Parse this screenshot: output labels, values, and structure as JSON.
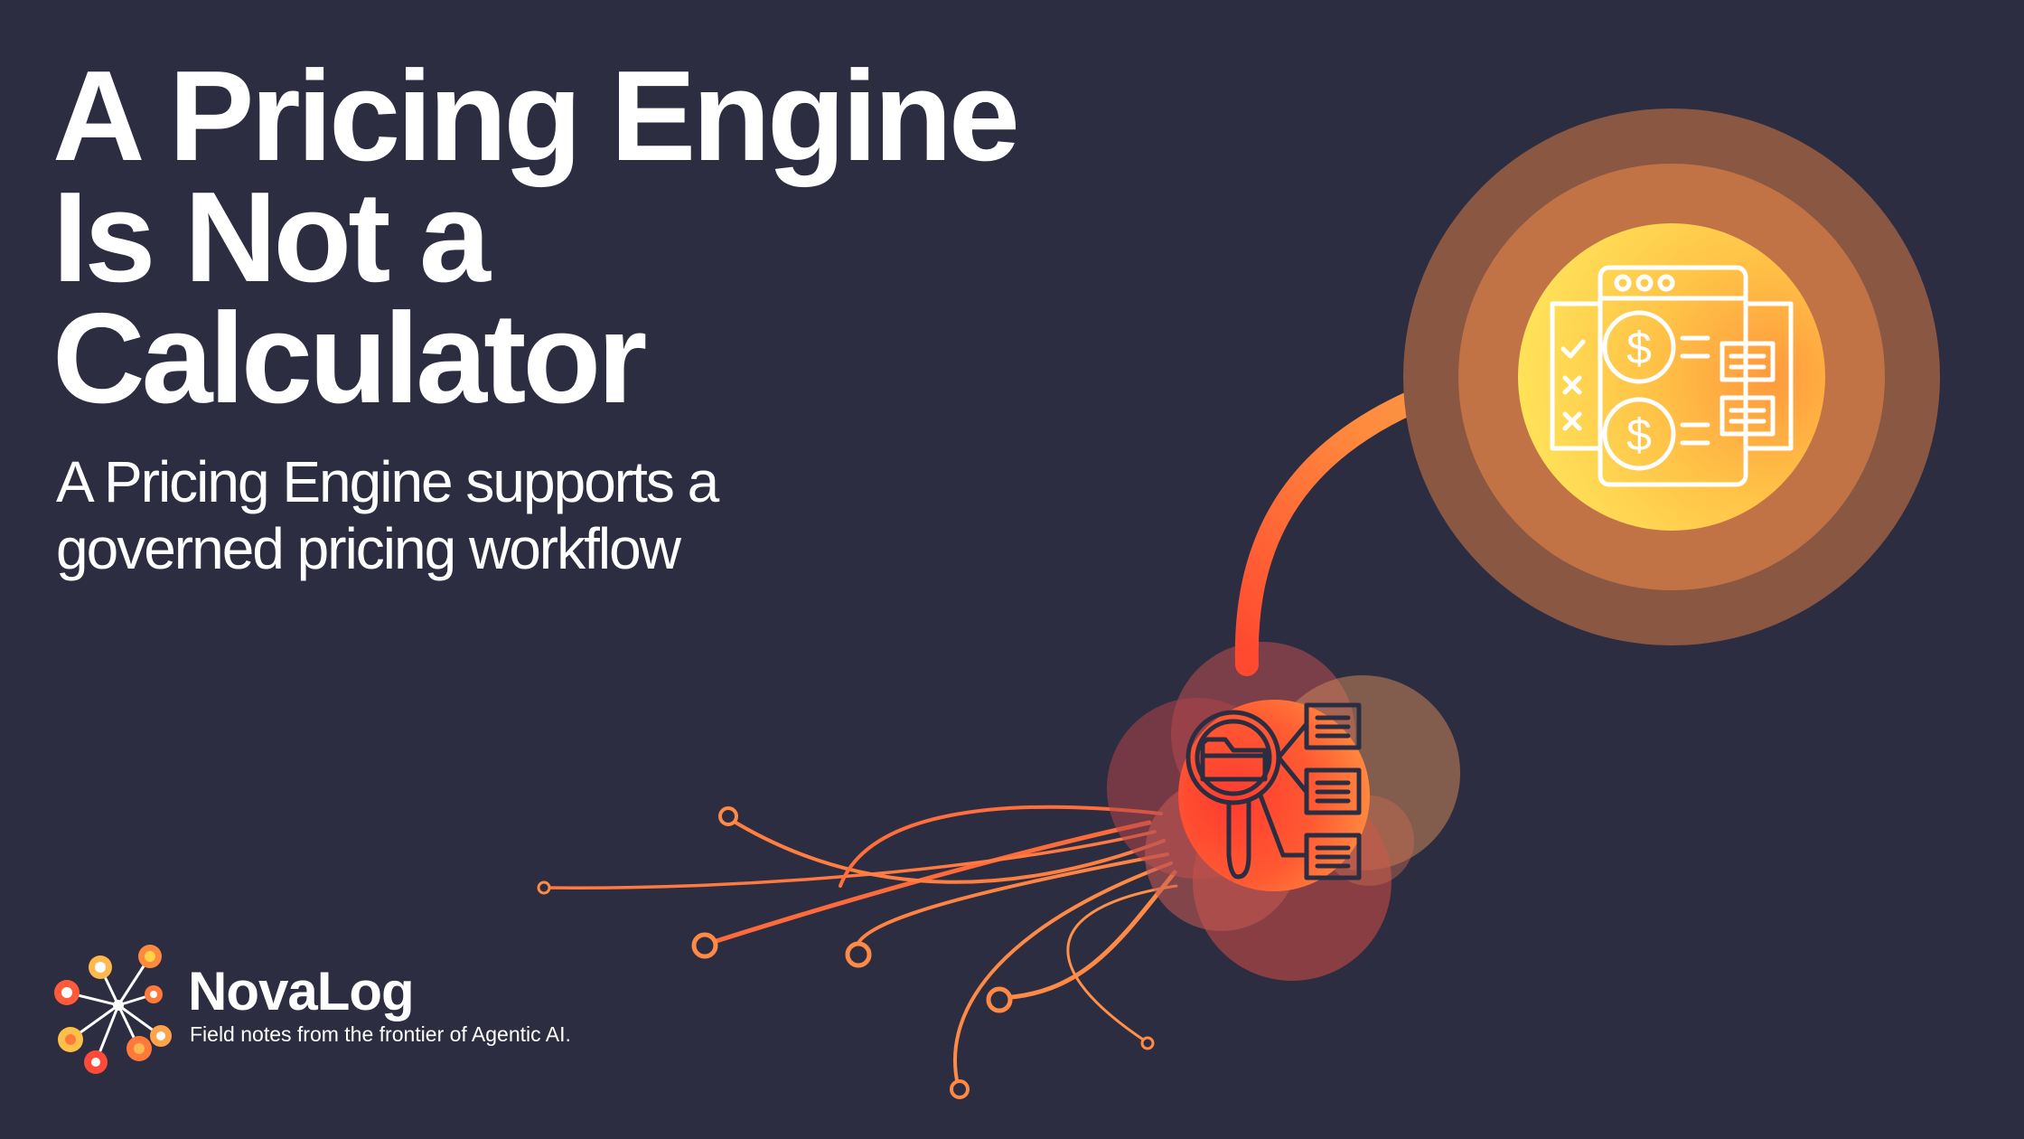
{
  "headline": {
    "lines": [
      "A Pricing Engine",
      "Is Not a",
      "Calculator"
    ]
  },
  "subheadline": {
    "lines": [
      "A Pricing Engine supports a",
      "governed pricing workflow"
    ]
  },
  "illustration": {
    "source_icon": "folder-search-tree-icon",
    "target_icon": "pricing-dashboard-icon",
    "connector": "curved-arrow"
  },
  "brand": {
    "name": "NovaLog",
    "tagline": "Field notes from the frontier of Agentic AI.",
    "logo_icon": "network-node-icon"
  },
  "colors": {
    "background": "#2d2d42",
    "text": "#ffffff",
    "accent_red": "#ff3b2f",
    "accent_orange": "#ff8a3d",
    "accent_yellow": "#ffd24a"
  }
}
